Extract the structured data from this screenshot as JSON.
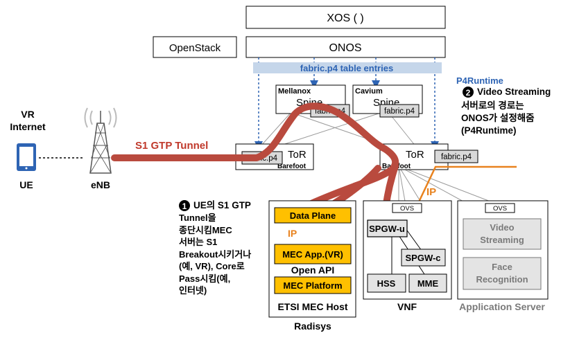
{
  "top": {
    "xos_label": "XOS (   )",
    "openstack_label": "OpenStack",
    "onos_label": "ONOS",
    "table_entries_label": "fabric.p4 table entries",
    "p4runtime_label": "P4Runtime"
  },
  "spines": [
    {
      "vendor": "Mellanox",
      "name": "Spine",
      "chip": "fabric.p4"
    },
    {
      "vendor": "Cavium",
      "name": "Spine",
      "chip": "fabric.p4"
    }
  ],
  "tors": [
    {
      "name": "ToR",
      "vendor": "Barefoot",
      "chip": "fabric.p4"
    },
    {
      "name": "ToR",
      "vendor": "Barefoot",
      "chip": "fabric.p4"
    }
  ],
  "left": {
    "vr_internet": [
      "VR",
      "Internet"
    ],
    "ue_label": "UE",
    "enb_label": "eNB",
    "tunnel_label": "S1 GTP Tunnel"
  },
  "note2": {
    "number": "2",
    "lines": [
      "Video Streaming",
      "서버로의 경로는",
      "ONOS가 설정해줌",
      "(P4Runtime)"
    ]
  },
  "note1": {
    "number": "1",
    "lines": [
      "UE의 S1 GTP",
      "Tunnel을",
      "종단시킴MEC",
      "서버는 S1",
      "Breakout시키거나",
      "(예, VR), Core로",
      "Pass시킴(예,",
      "인터넷)"
    ]
  },
  "mec_host": {
    "data_plane": "Data Plane",
    "ip_label": "IP",
    "mec_app": "MEC App.(VR)",
    "open_api": "Open API",
    "mec_platform": "MEC Platform",
    "title": "ETSI MEC Host",
    "vendor": "Radisys"
  },
  "vnf": {
    "ovs": "OVS",
    "spgw_u": "SPGW-u",
    "spgw_c": "SPGW-c",
    "hss": "HSS",
    "mme": "MME",
    "title": "VNF",
    "ip_label": "IP"
  },
  "app_server": {
    "ovs": "OVS",
    "video": [
      "Video",
      "Streaming"
    ],
    "face": [
      "Face",
      "Recognition"
    ],
    "title": "Application Server"
  },
  "colors": {
    "tunnel": "#b94a3e",
    "orange": "#e8821e",
    "mec_fill": "#ffc000",
    "blue": "#2e64b4",
    "table_band": "#c5d6ea",
    "chip_fill": "#d9d9d9",
    "gray_fill": "#e4e4e4"
  }
}
